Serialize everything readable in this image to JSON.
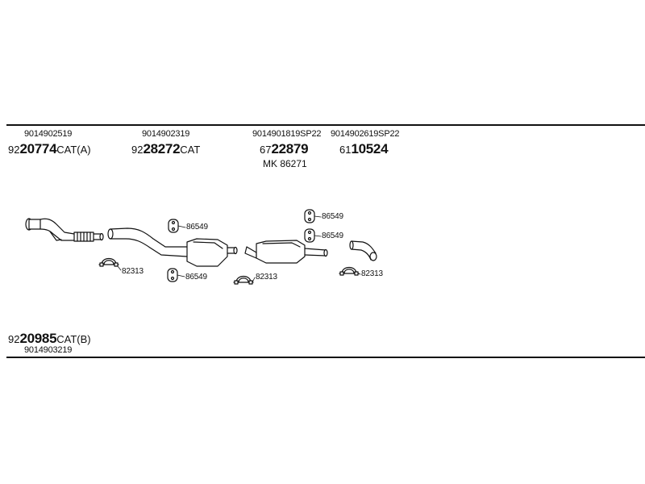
{
  "top_assemblies": [
    {
      "oe": "9014902519",
      "prefix": "92",
      "main": "20774",
      "suffix": "CAT(A)"
    },
    {
      "oe": "9014902319",
      "prefix": "92",
      "main": "28272",
      "suffix": "CAT"
    },
    {
      "oe": "9014901819SP22",
      "prefix": "67",
      "main": "22879",
      "suffix": ""
    },
    {
      "oe": "9014902619SP22",
      "prefix": "61",
      "main": "10524",
      "suffix": ""
    }
  ],
  "mounting_kit": "MK  86271",
  "bottom_assembly": {
    "oe": "9014903219",
    "prefix": "92",
    "main": "20985",
    "suffix": "CAT(B)"
  },
  "part_labels": {
    "hanger_1": "86549",
    "clamp_1": "82313",
    "hanger_2": "86549",
    "clamp_2": "82313",
    "hanger_3": "86549",
    "hanger_4": "86549",
    "clamp_3": "82313"
  },
  "line_color": "#111111"
}
